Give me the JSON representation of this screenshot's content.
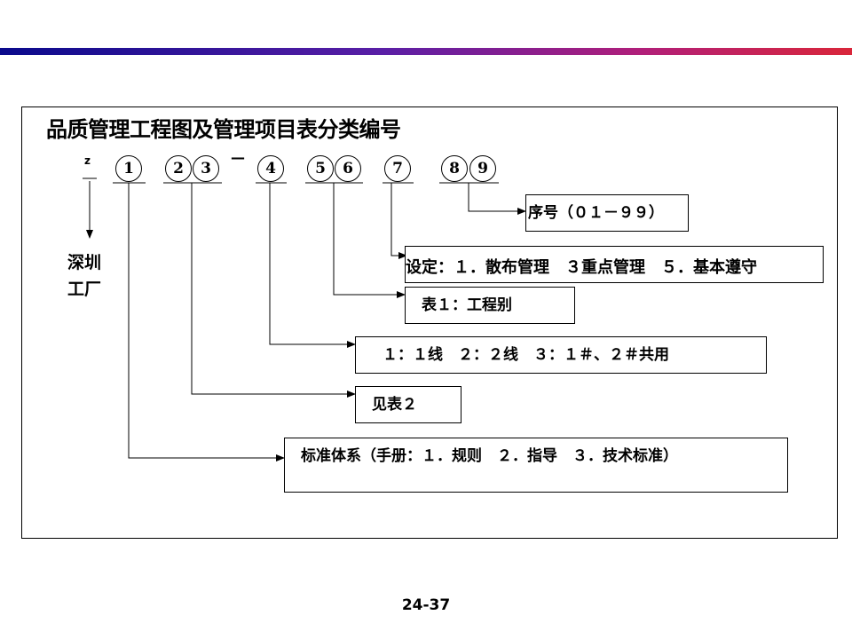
{
  "title": "品质管理工程图及管理项目表分类编号",
  "z_label": "z",
  "factory_label": "深圳\n工厂",
  "digits": [
    "1",
    "2",
    "3",
    "4",
    "5",
    "6",
    "7",
    "8",
    "9"
  ],
  "separator": "—",
  "boxes": {
    "serial": "序号（０１－９９）",
    "setting": "设定：１．散布管理　３重点管理　５．基本遵守",
    "table1": "表１：工程别",
    "line": "１：１线　２：２线　３：１＃、２＃共用",
    "table2": "见表２",
    "standard": "标准体系（手册：１．规则　２．指导　３．技术标准）"
  },
  "page_number": "24-37",
  "colors": {
    "rule_start": "#0a0a8c",
    "rule_end": "#d9263a"
  }
}
